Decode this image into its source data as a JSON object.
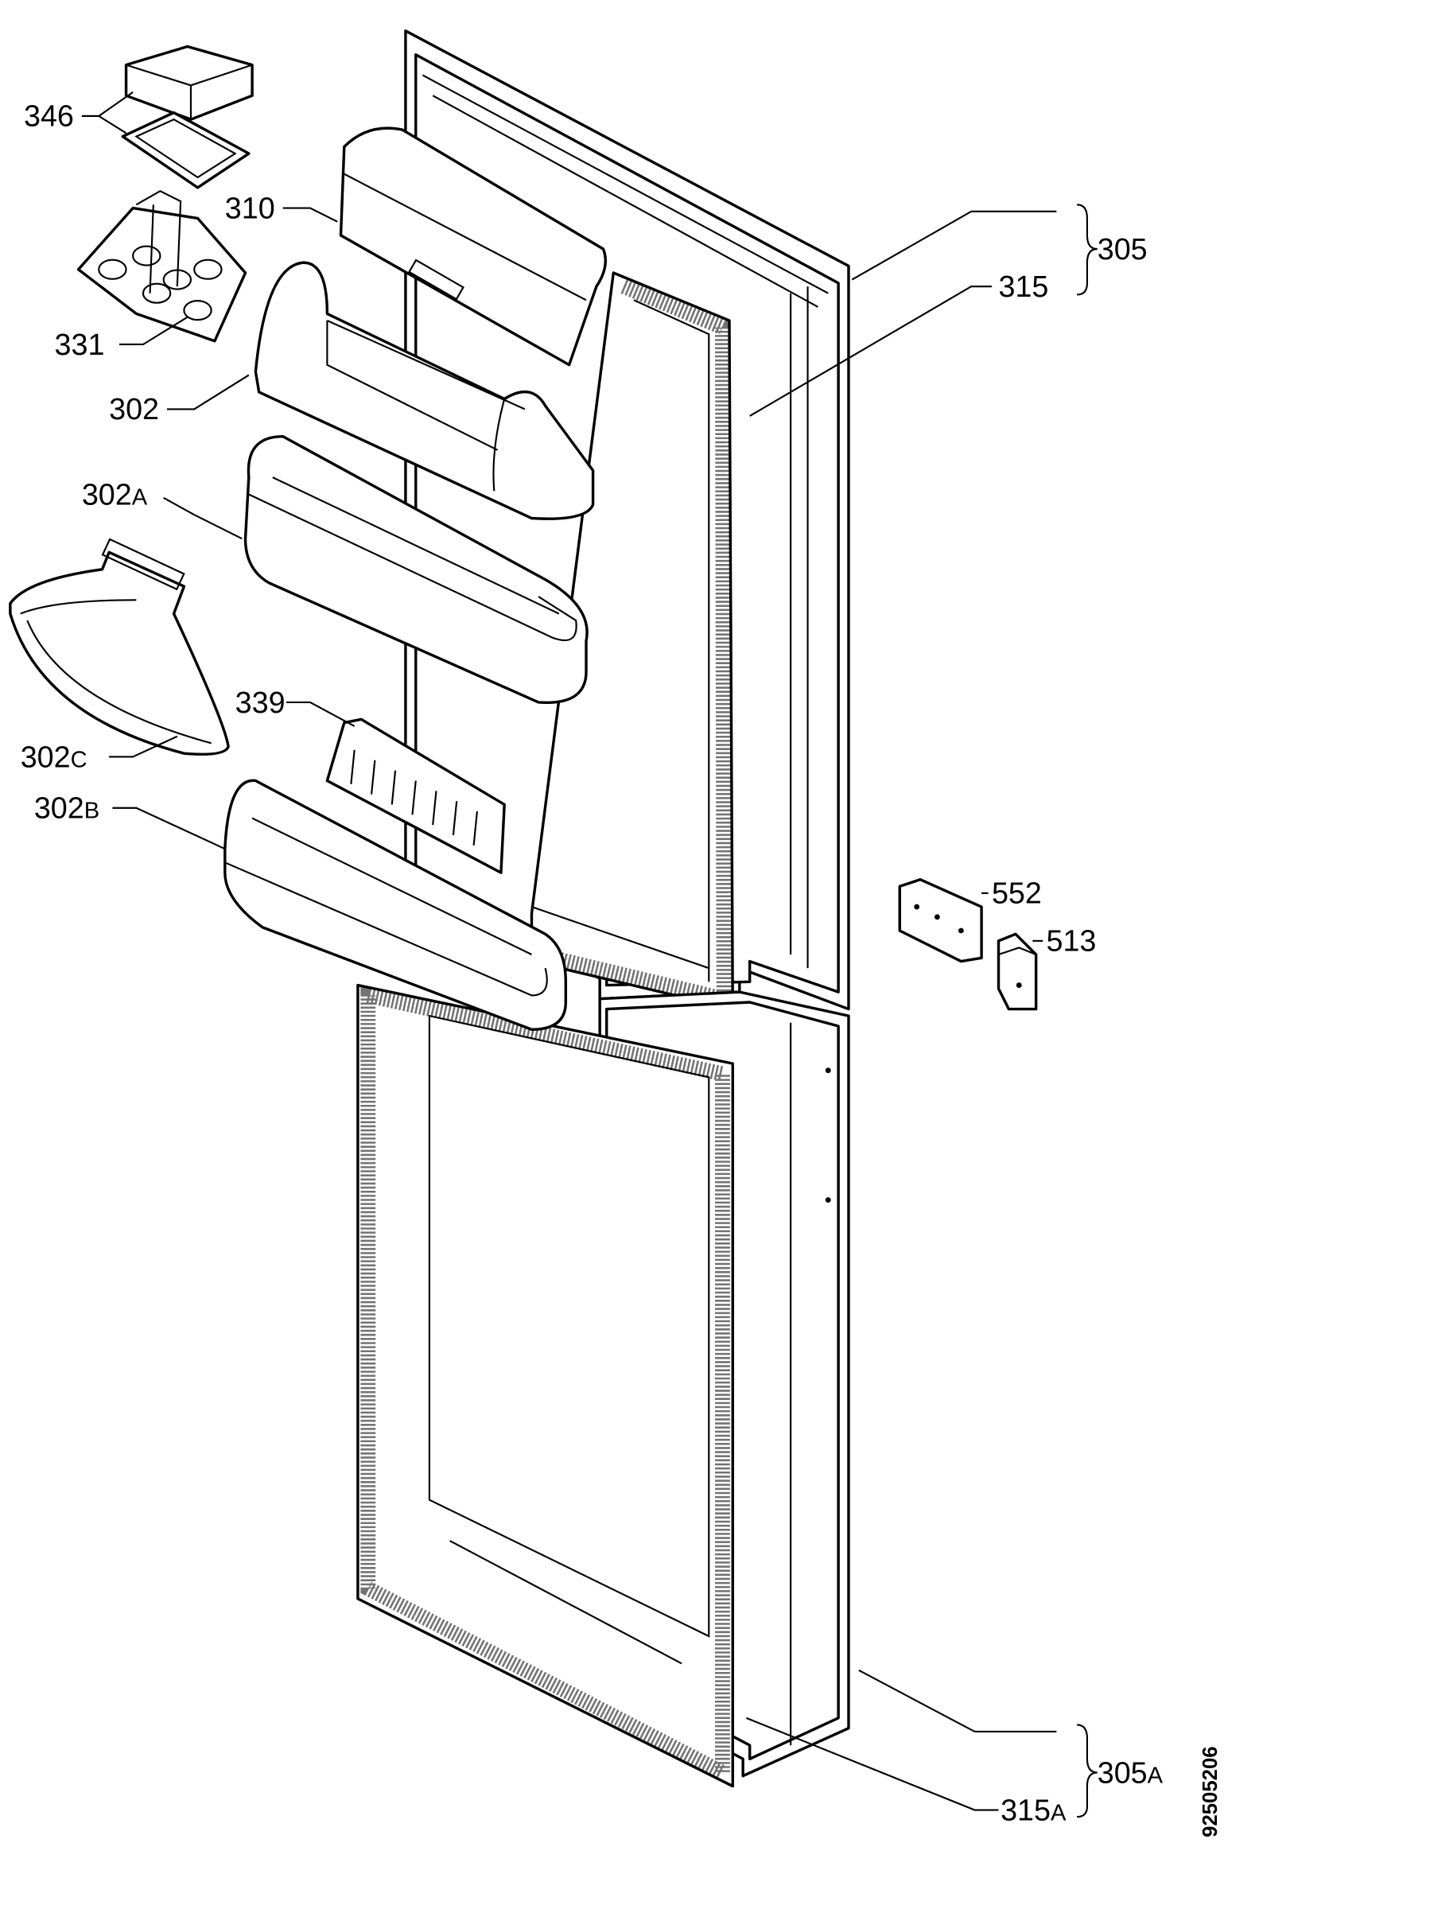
{
  "diagram": {
    "labels": [
      {
        "id": "346",
        "text": "346",
        "suffix": ""
      },
      {
        "id": "310",
        "text": "310",
        "suffix": ""
      },
      {
        "id": "331",
        "text": "331",
        "suffix": ""
      },
      {
        "id": "302",
        "text": "302",
        "suffix": ""
      },
      {
        "id": "302a",
        "text": "302",
        "suffix": "A"
      },
      {
        "id": "339",
        "text": "339",
        "suffix": ""
      },
      {
        "id": "302c",
        "text": "302",
        "suffix": "C"
      },
      {
        "id": "302b",
        "text": "302",
        "suffix": "B"
      },
      {
        "id": "305",
        "text": "305",
        "suffix": ""
      },
      {
        "id": "315",
        "text": "315",
        "suffix": ""
      },
      {
        "id": "552",
        "text": "552",
        "suffix": ""
      },
      {
        "id": "513",
        "text": "513",
        "suffix": ""
      },
      {
        "id": "305a",
        "text": "305",
        "suffix": "A"
      },
      {
        "id": "315a",
        "text": "315",
        "suffix": "A"
      }
    ],
    "document_id": "92505206"
  }
}
